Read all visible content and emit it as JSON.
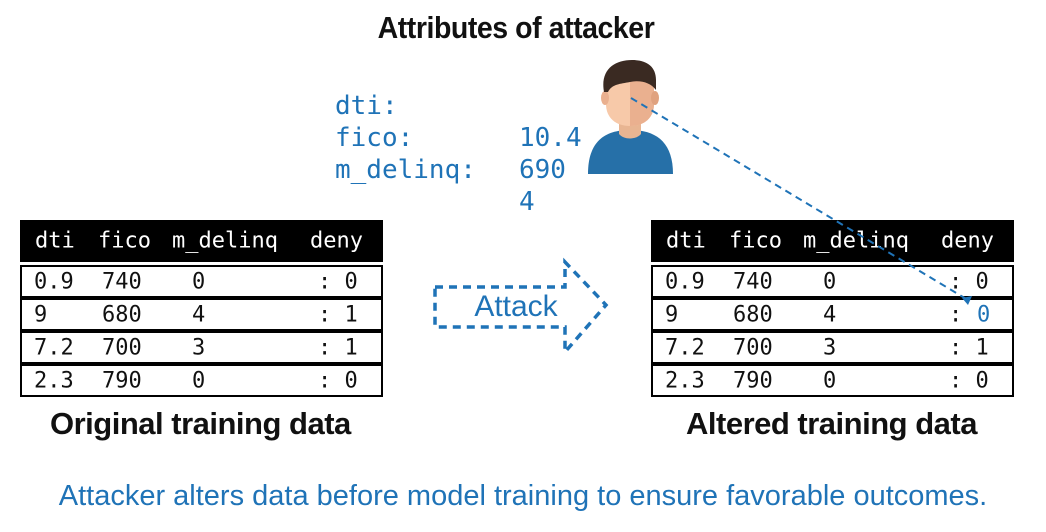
{
  "title": "Attributes of attacker",
  "attacker_attributes": [
    {
      "key": "dti:",
      "value": "10.4"
    },
    {
      "key": "fico:",
      "value": "690"
    },
    {
      "key": "m_delinq:",
      "value": "4"
    }
  ],
  "columns": [
    "dti",
    "fico",
    "m_delinq",
    "deny"
  ],
  "original_table": {
    "caption": "Original training data",
    "rows": [
      [
        "0.9",
        "740",
        "0",
        ": 0"
      ],
      [
        "9",
        "680",
        "4",
        ": 1"
      ],
      [
        "7.2",
        "700",
        "3",
        ": 1"
      ],
      [
        "2.3",
        "790",
        "0",
        ": 0"
      ]
    ]
  },
  "altered_table": {
    "caption": "Altered training data",
    "rows": [
      [
        "0.9",
        "740",
        "0",
        ": 0"
      ],
      [
        "9",
        "680",
        "4",
        ":",
        "0"
      ],
      [
        "7.2",
        "700",
        "3",
        ": 1"
      ],
      [
        "2.3",
        "790",
        "0",
        ": 0"
      ]
    ]
  },
  "arrow_label": "Attack",
  "footer": "Attacker alters data before model training to ensure favorable outcomes.",
  "colors": {
    "accent": "#1f73b7",
    "ink": "#111111",
    "skin": "#f7c9a9",
    "hair": "#3a2a22",
    "shirt": "#2670a8"
  }
}
